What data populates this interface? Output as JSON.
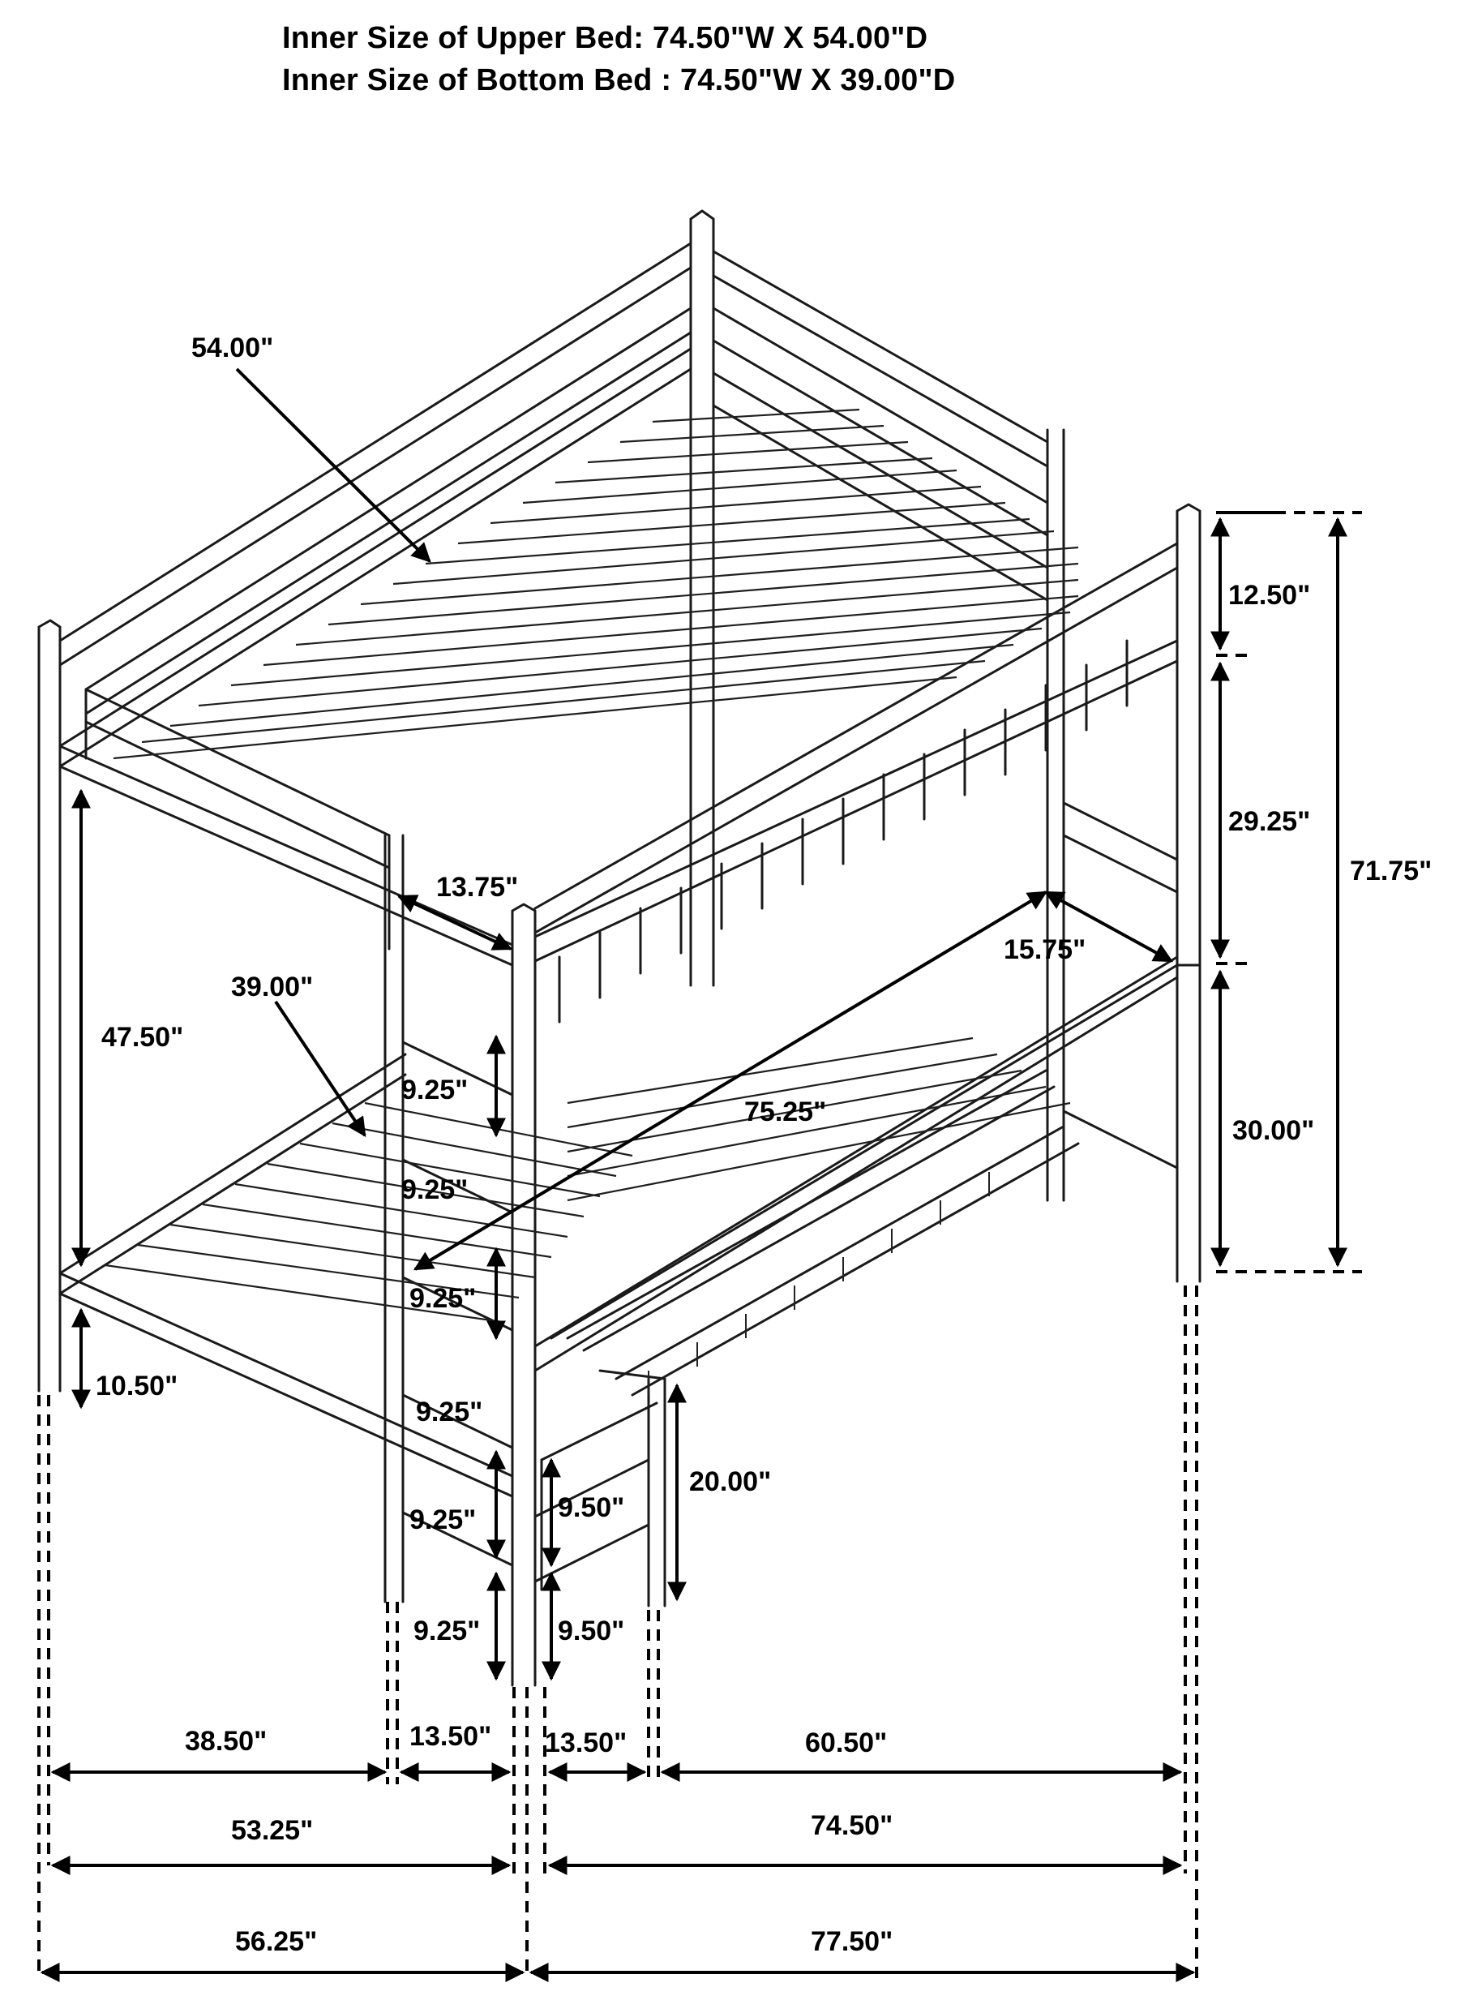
{
  "header": {
    "upper_bed": "Inner Size of Upper Bed: 74.50\"W X 54.00\"D",
    "bottom_bed": "Inner Size of Bottom Bed : 74.50\"W X 39.00\"D"
  },
  "dimensions": {
    "upper_depth": "54.00\"",
    "lower_depth": "39.00\"",
    "guard_gap": "13.75\"",
    "desk_depth": "15.75\"",
    "desk_length": "75.25\"",
    "guard_height": "12.50\"",
    "upper_to_desk": "29.25\"",
    "desk_height": "30.00\"",
    "total_height": "71.75\"",
    "bed_clearance": "47.50\"",
    "lower_rail_height": "10.50\"",
    "ladder_step_1": "9.25\"",
    "ladder_step_2": "9.25\"",
    "ladder_step_3": "9.25\"",
    "ladder_step_4": "9.25\"",
    "ladder_step_5": "9.25\"",
    "ladder_step_6": "9.25\"",
    "shelf_height": "20.00\"",
    "shelf_step_1": "9.50\"",
    "shelf_step_2": "9.50\"",
    "bottom_row1_a": "38.50\"",
    "bottom_row1_b": "13.50\"",
    "bottom_row1_c": "13.50\"",
    "bottom_row1_d": "60.50\"",
    "bottom_row2_a": "53.25\"",
    "bottom_row2_b": "74.50\"",
    "bottom_row3_a": "56.25\"",
    "bottom_row3_b": "77.50\""
  }
}
